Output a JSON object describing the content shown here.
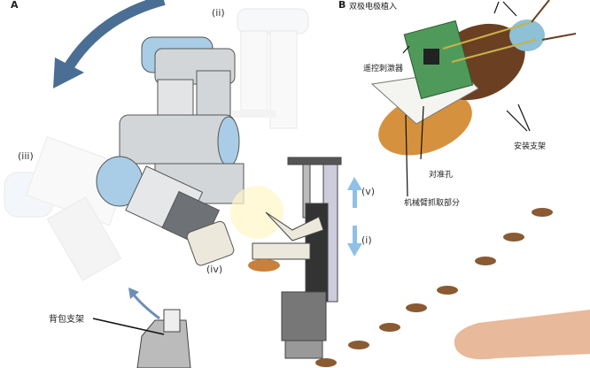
{
  "panel_a": {
    "label": "A",
    "stages": {
      "ii": "(ii)",
      "iii": "(iii)",
      "iv": "(iv)",
      "v": "(v)",
      "i": "(i)"
    },
    "backpack_mount": "背包支架"
  },
  "panel_b": {
    "label": "B",
    "title": "双极电极植入",
    "stimulator": "遥控刺激器",
    "alignment_hole": "对准孔",
    "arm_grip_part": "机械臂抓取部分",
    "mount_bracket": "安装支架"
  },
  "colors": {
    "arrow": "#4a6e94",
    "joint": "#a9cde6",
    "arm": "#d3d6d9",
    "insect": "#c9803a",
    "pcb": "#4f9a5a"
  }
}
